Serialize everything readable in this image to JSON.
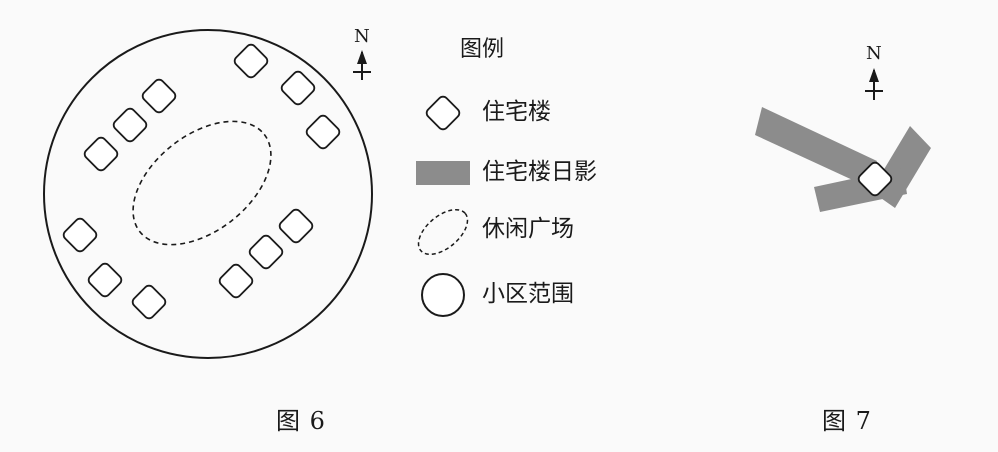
{
  "figure6": {
    "north_label": "N",
    "caption": "图 6"
  },
  "legend": {
    "title": "图例",
    "items": [
      {
        "label": "住宅楼",
        "symbol": "diamond"
      },
      {
        "label": "住宅楼日影",
        "symbol": "gray-rectangle",
        "color": "#8c8c8c"
      },
      {
        "label": "休闲广场",
        "symbol": "dashed-ellipse"
      },
      {
        "label": "小区范围",
        "symbol": "circle"
      }
    ]
  },
  "figure7": {
    "north_label": "N",
    "caption": "图 7",
    "shadow_color": "#8c8c8c"
  }
}
